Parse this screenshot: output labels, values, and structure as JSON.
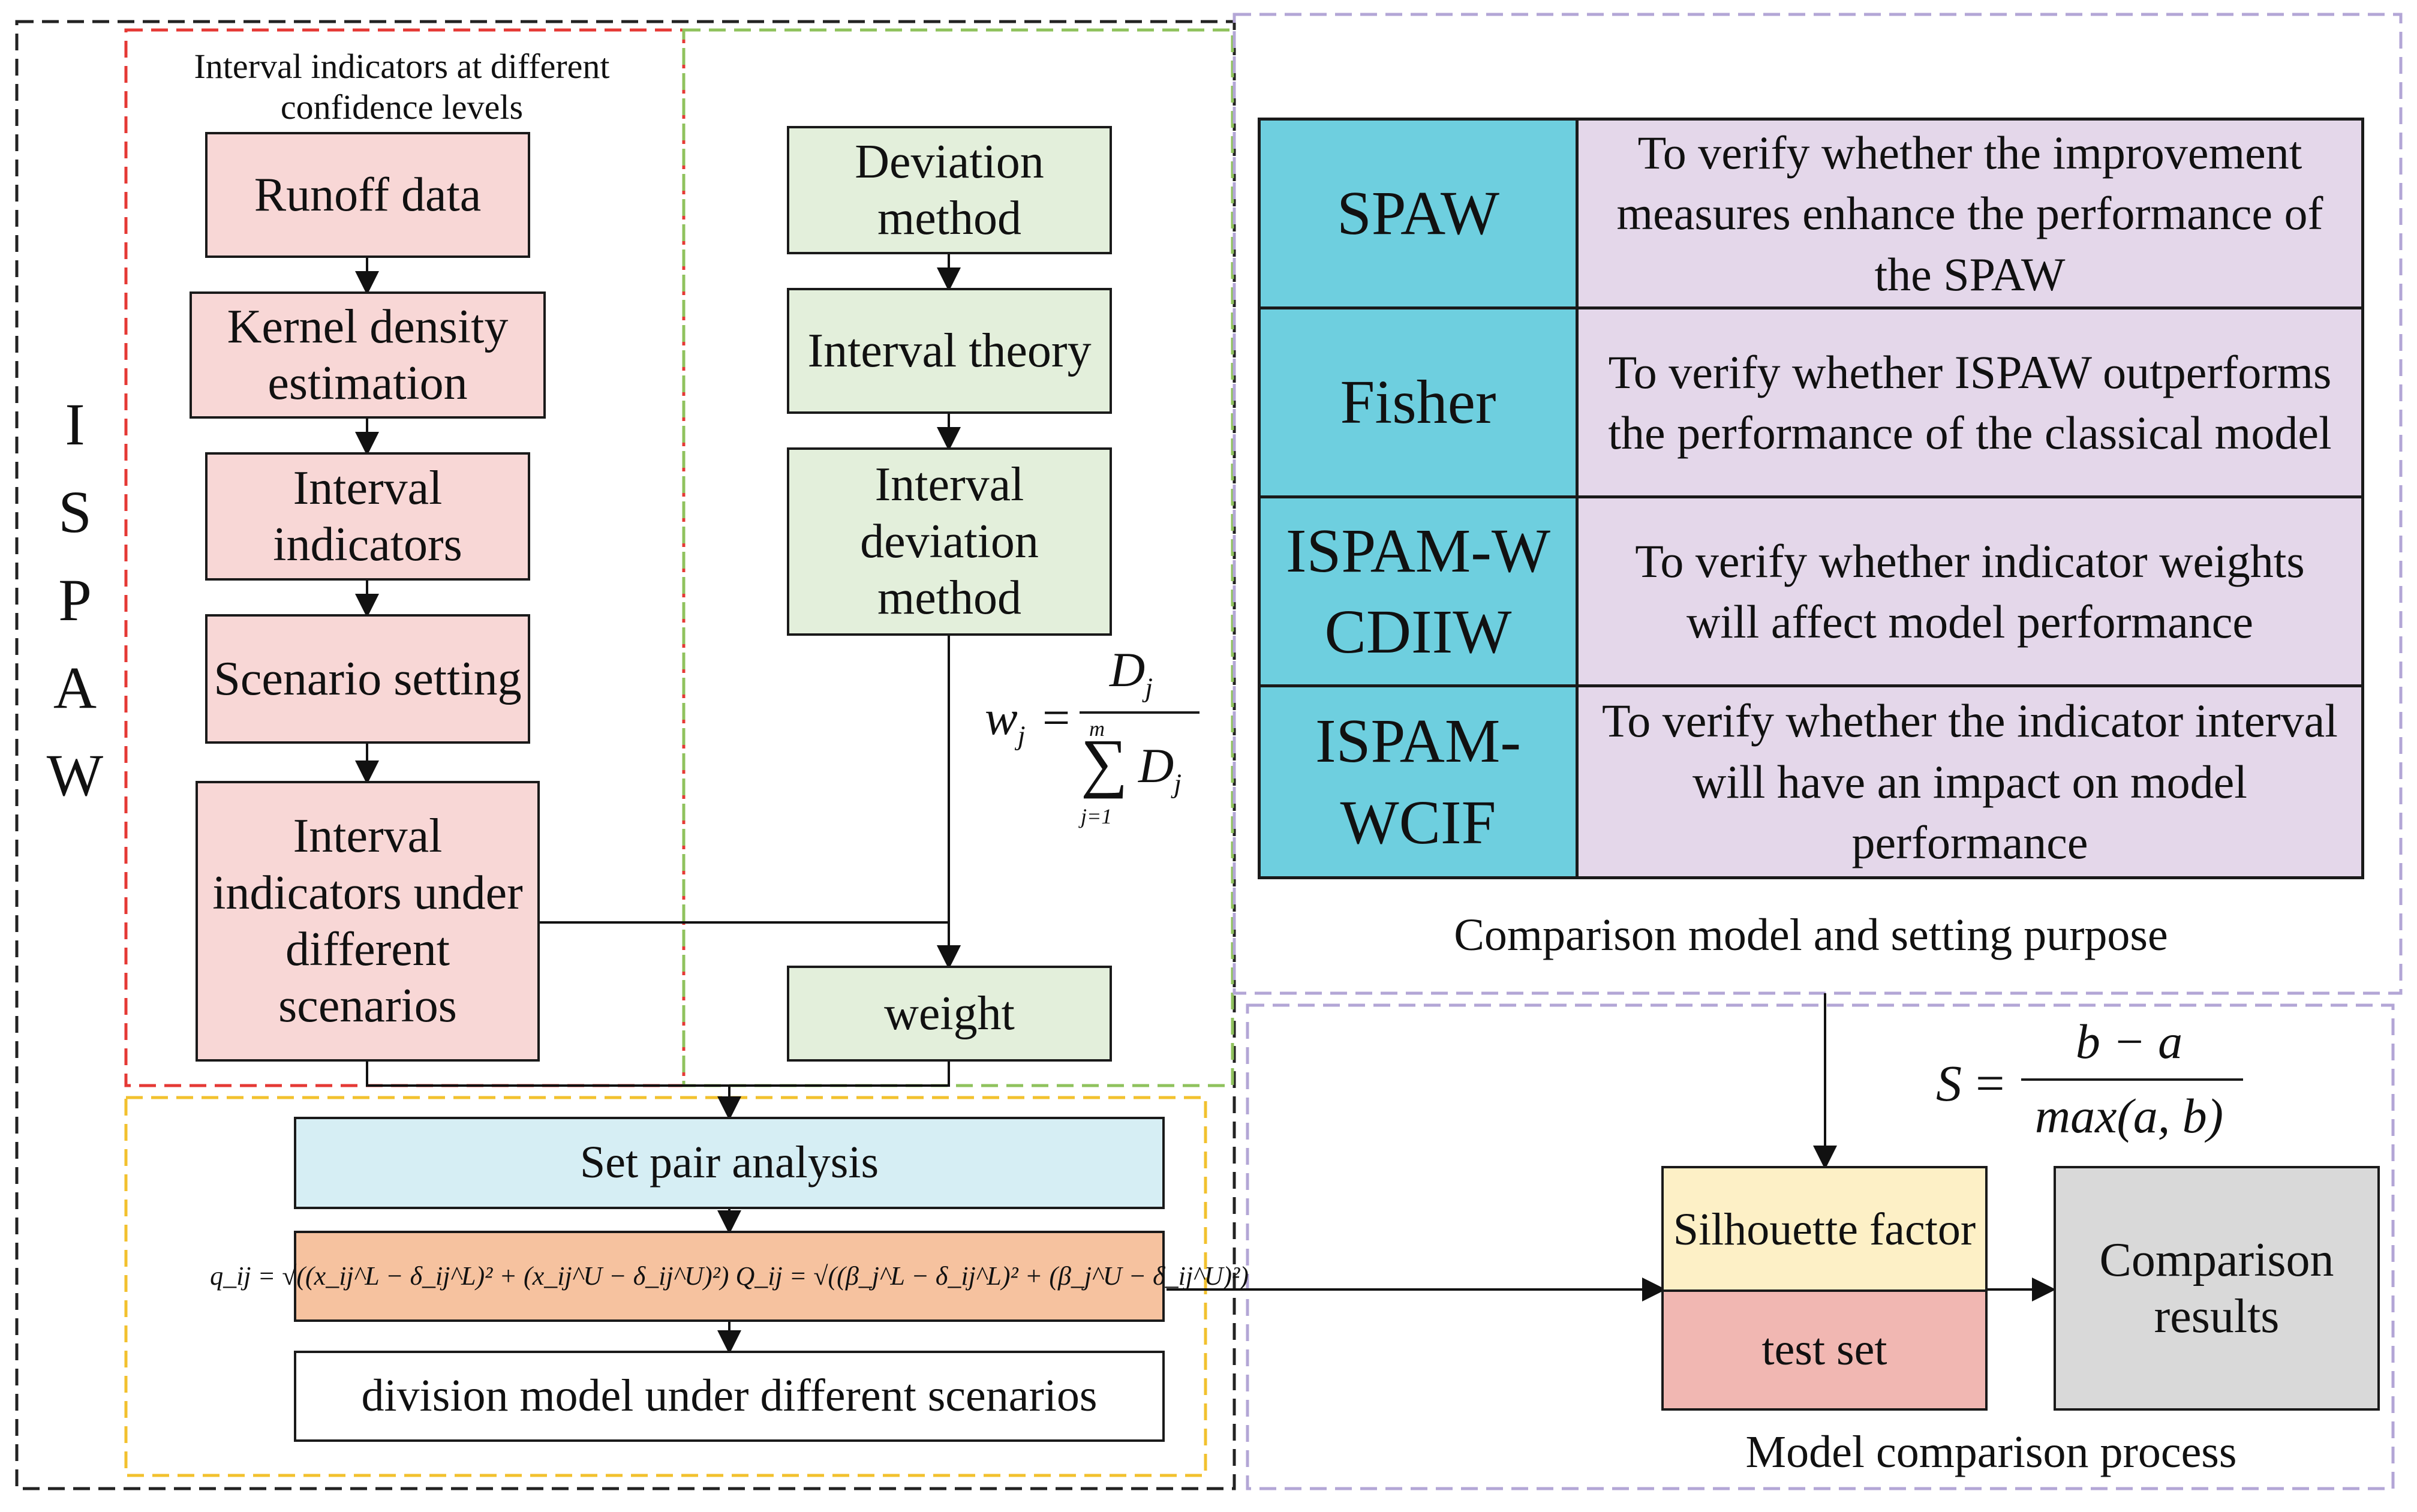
{
  "side_title": [
    "I",
    "S",
    "P",
    "A",
    "W"
  ],
  "left_group": {
    "title": "Interval indicators  at different confidence levels",
    "steps": [
      "Runoff data",
      "Kernel density estimation",
      "Interval indicators",
      "Scenario setting",
      "Interval indicators under different scenarios"
    ]
  },
  "middle_group": {
    "steps": [
      "Deviation method",
      "Interval theory",
      "Interval deviation method",
      "weight"
    ],
    "weight_formula": {
      "lhs": "w",
      "lhs_sub": "j",
      "numerator": "D",
      "numerator_sub": "j",
      "sum_symbol": "∑",
      "sum_upper": "m",
      "sum_lower": "j=1",
      "denominator": "D",
      "denominator_sub": "j"
    }
  },
  "bottom_group": {
    "analysis": "Set pair analysis",
    "formula": "q_ij = √((x_ij^L − δ_ij^L)² + (x_ij^U − δ_ij^U)²)   Q_ij = √((β_j^L − δ_ij^L)² + (β_j^U − δ_ij^U)²)",
    "result": "division model under different scenarios"
  },
  "comparison_table": {
    "rows": [
      {
        "model": "SPAW",
        "purpose": "To verify whether the improvement measures enhance the performance of the SPAW"
      },
      {
        "model": "Fisher",
        "purpose": "To verify whether ISPAW outperforms the performance of the classical model"
      },
      {
        "model": "ISPAM-WCDIIW",
        "purpose": "To verify whether indicator weights will affect model performance"
      },
      {
        "model": "ISPAM-WCIF",
        "purpose": "To verify whether the indicator interval will have an impact on model performance"
      }
    ],
    "caption": "Comparison model and setting purpose"
  },
  "process": {
    "silhouette": "Silhouette factor",
    "test_set": "test set",
    "results": "Comparison results",
    "caption": "Model comparison process",
    "formula": {
      "lhs": "S",
      "numerator": "b − a",
      "denominator": "max(a, b)"
    }
  },
  "colors": {
    "pink": "#f8d7d6",
    "green": "#e3efdb",
    "light_blue": "#d6eef4",
    "orange": "#f6c29f",
    "teal": "#6ecfdf",
    "lavender": "#e4d7ea",
    "yellow": "#fdf0c6",
    "salmon": "#f1b7b2",
    "grey": "#d9d9d9",
    "dash_black": "#222222",
    "dash_red": "#e53935",
    "dash_green": "#8fc25d",
    "dash_yellow": "#f2c12e",
    "dash_purple": "#b3a6d6"
  }
}
